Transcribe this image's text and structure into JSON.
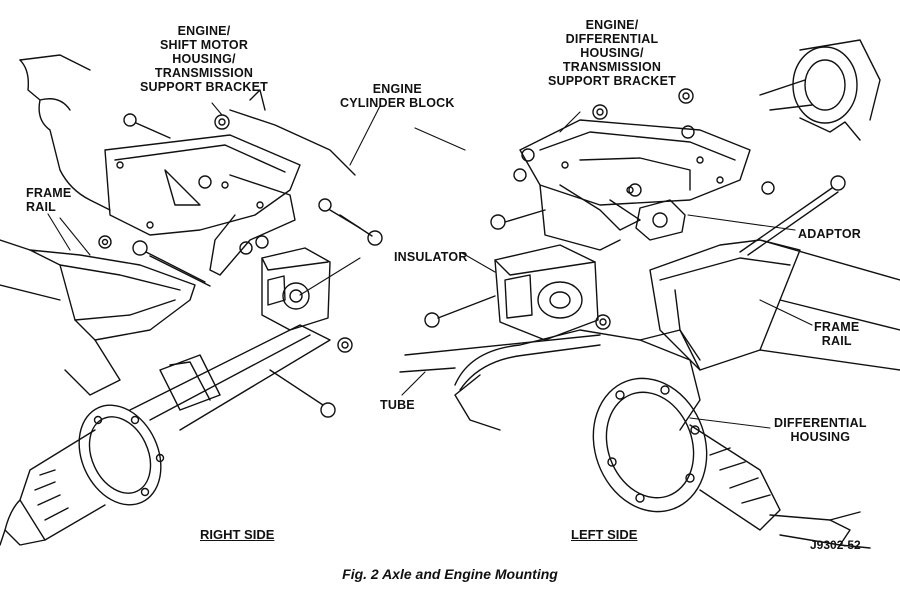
{
  "labels": {
    "engine_shift_motor": [
      "ENGINE/",
      "SHIFT MOTOR",
      "HOUSING/",
      "TRANSMISSION",
      "SUPPORT BRACKET"
    ],
    "engine_cylinder_block": [
      "ENGINE",
      "CYLINDER BLOCK"
    ],
    "engine_differential": [
      "ENGINE/",
      "DIFFERENTIAL",
      "HOUSING/",
      "TRANSMISSION",
      "SUPPORT BRACKET"
    ],
    "frame_rail_left": [
      "FRAME",
      "RAIL"
    ],
    "frame_rail_right": [
      "FRAME",
      "RAIL"
    ],
    "insulator": "INSULATOR",
    "adaptor": "ADAPTOR",
    "tube": "TUBE",
    "differential_housing": [
      "DIFFERENTIAL",
      "HOUSING"
    ]
  },
  "sides": {
    "right": "RIGHT SIDE",
    "left": "LEFT SIDE"
  },
  "figure_code": "J9302-52",
  "caption": "Fig. 2 Axle and Engine Mounting",
  "colors": {
    "ink": "#111111",
    "paper": "#ffffff"
  }
}
